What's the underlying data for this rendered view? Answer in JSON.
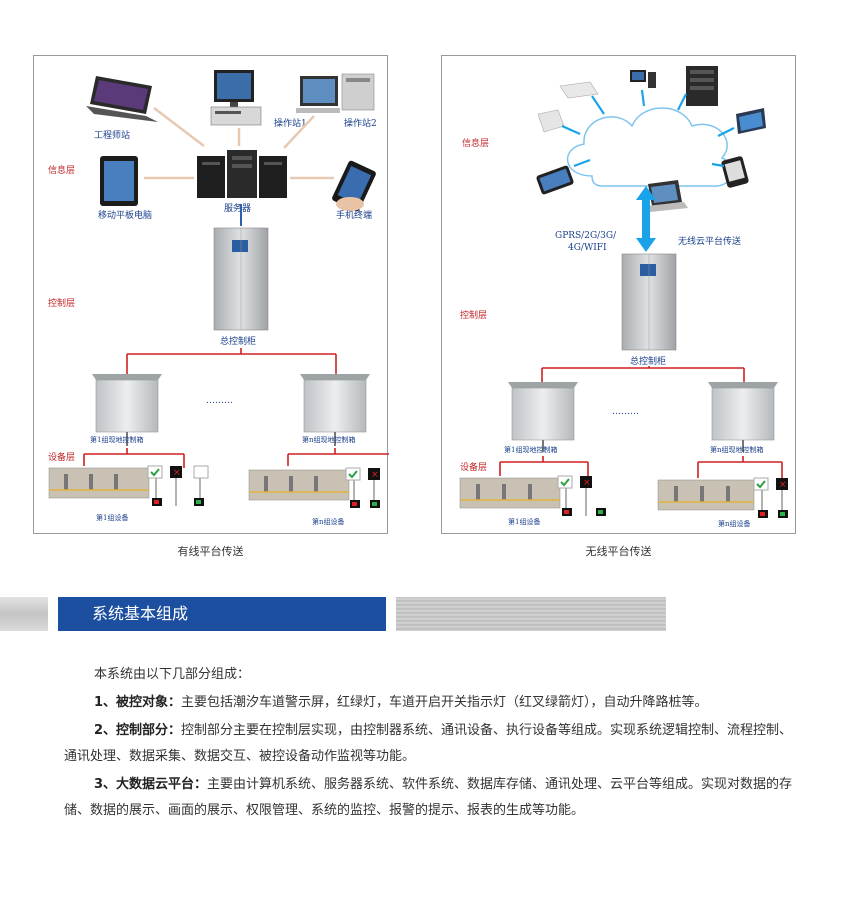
{
  "left_panel": {
    "labels": {
      "engineer": "工程师站",
      "station1": "操作站1",
      "station2": "操作站2",
      "info_layer": "信息层",
      "tablet": "移动平板电脑",
      "server": "服务器",
      "phone": "手机终端",
      "control_layer": "控制层",
      "main_cabinet": "总控制柜",
      "dots": "………",
      "box1": "第1组现地控制箱",
      "boxn": "第n组现地控制箱",
      "device_layer": "设备层",
      "group1": "第1组设备",
      "groupn": "第n组设备"
    }
  },
  "right_panel": {
    "labels": {
      "info_layer": "信息层",
      "gprs_line1": "GPRS/2G/3G/",
      "gprs_line2": "4G/WIFI",
      "wireless": "无线云平台传送",
      "control_layer": "控制层",
      "main_cabinet": "总控制柜",
      "dots": "………",
      "box1": "第1组现地控制箱",
      "boxn": "第n组现地控制箱",
      "device_layer": "设备层",
      "group1": "第1组设备",
      "groupn": "第n组设备"
    }
  },
  "captions": {
    "left": "有线平台传送",
    "right": "无线平台传送"
  },
  "section": {
    "title": "系统基本组成"
  },
  "content": {
    "intro": "本系统由以下几部分组成：",
    "items": [
      {
        "label": "1、被控对象：",
        "text": "主要包括潮汐车道警示屏，红绿灯，车道开启开关指示灯（红叉绿箭灯），自动升降路桩等。"
      },
      {
        "label": "2、控制部分：",
        "text": "控制部分主要在控制层实现，由控制器系统、通讯设备、执行设备等组成。实现系统逻辑控制、流程控制、通讯处理、数据采集、数据交互、被控设备动作监视等功能。"
      },
      {
        "label": "3、大数据云平台：",
        "text": "主要由计算机系统、服务器系统、软件系统、数据库存储、通讯处理、云平台等组成。实现对数据的存储、数据的展示、画面的展示、权限管理、系统的监控、报警的提示、报表的生成等功能。"
      }
    ]
  },
  "colors": {
    "banner": "#1d4fa0",
    "wire": "#d02020",
    "label_blue": "#1a3f8a",
    "label_red": "#c0262a",
    "arrow_blue": "#1aa3e8"
  }
}
